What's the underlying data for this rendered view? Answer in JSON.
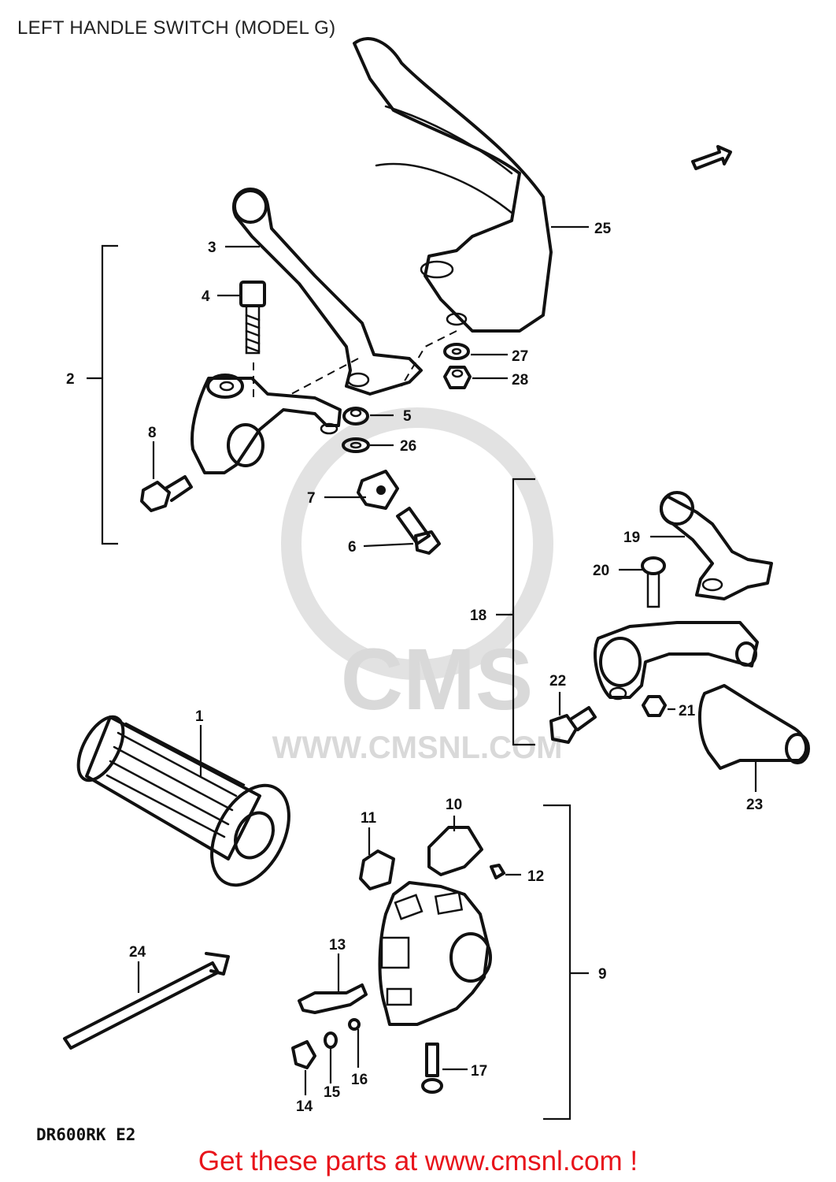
{
  "title": "LEFT HANDLE SWITCH (MODEL G)",
  "model_code": "DR600RK E2",
  "watermark": {
    "brand": "CMS",
    "url": "WWW.CMSNL.COM"
  },
  "footer": {
    "text": "Get these parts at www.cmsnl.com !",
    "color": "#e8141b"
  },
  "callouts": [
    "1",
    "2",
    "3",
    "4",
    "5",
    "6",
    "7",
    "8",
    "9",
    "10",
    "11",
    "12",
    "13",
    "14",
    "15",
    "16",
    "17",
    "18",
    "19",
    "20",
    "21",
    "22",
    "23",
    "24",
    "25",
    "26",
    "27",
    "28"
  ],
  "groups": [
    {
      "label": "2",
      "members": [
        "3",
        "4",
        "5",
        "6",
        "7",
        "8",
        "26"
      ]
    },
    {
      "label": "18",
      "members": [
        "19",
        "20",
        "21",
        "22",
        "23"
      ]
    },
    {
      "label": "9",
      "members": [
        "10",
        "11",
        "12",
        "13",
        "14",
        "15",
        "16",
        "17"
      ]
    }
  ]
}
